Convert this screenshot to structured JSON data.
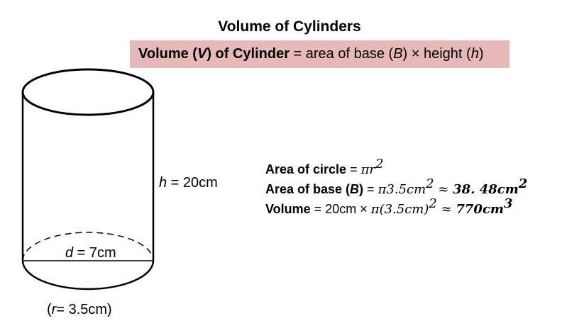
{
  "title": "Volume of Cylinders",
  "formula": {
    "lhs_bold": "Volume (",
    "lhs_var": "V",
    "lhs_bold_end": ") of Cylinder",
    "rhs_a": " = area of base (",
    "rhs_var_b": "B",
    "rhs_b": ") × height (",
    "rhs_var_h": "h",
    "rhs_c": ")"
  },
  "labels": {
    "height_var": "h",
    "height_val": " = 20cm",
    "diameter_var": "d",
    "diameter_val": " = 7cm",
    "radius_open": "(",
    "radius_var": "r",
    "radius_val": "= 3.5cm)"
  },
  "calculations": {
    "circle_label": "Area of circle",
    "circle_eq": " = ",
    "circle_expr": "πr",
    "circle_exp": "2",
    "base_label_a": "Area of base (",
    "base_var": "B",
    "base_label_b": ")",
    "base_eq": " = ",
    "base_expr": "π3.5cm",
    "base_exp": "2",
    "base_approx": " ≈ ",
    "base_result": "38. 48cm",
    "base_result_exp": "2",
    "volume_label": "Volume",
    "volume_eq": " = 20cm × ",
    "volume_expr": "π(3.5cm)",
    "volume_exp": "2",
    "volume_approx": "  ≈ ",
    "volume_result": "770cm",
    "volume_result_exp": "3"
  }
}
